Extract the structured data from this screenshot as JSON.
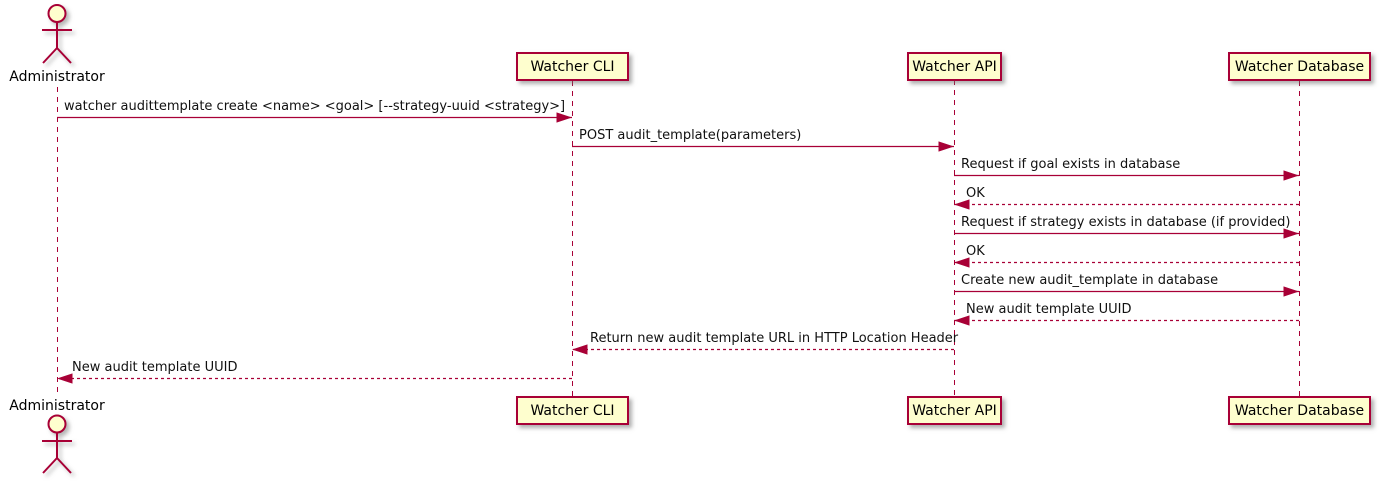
{
  "diagram_type": "sequence-diagram",
  "colors": {
    "accent": "#A80036",
    "participant_fill": "#FEFECE",
    "text": "#000000",
    "background": "#FFFFFF"
  },
  "actor": {
    "name": "Administrator"
  },
  "participants": [
    {
      "label": "Watcher CLI"
    },
    {
      "label": "Watcher API"
    },
    {
      "label": "Watcher Database"
    }
  ],
  "messages": [
    {
      "from": "Administrator",
      "to": "Watcher CLI",
      "line": "solid",
      "label": "watcher audittemplate create <name> <goal> [--strategy-uuid <strategy>]"
    },
    {
      "from": "Watcher CLI",
      "to": "Watcher API",
      "line": "solid",
      "label": "POST audit_template(parameters)"
    },
    {
      "from": "Watcher API",
      "to": "Watcher Database",
      "line": "solid",
      "label": "Request if goal exists in database"
    },
    {
      "from": "Watcher Database",
      "to": "Watcher API",
      "line": "dashed",
      "label": "OK"
    },
    {
      "from": "Watcher API",
      "to": "Watcher Database",
      "line": "solid",
      "label": "Request if strategy exists in database (if provided)"
    },
    {
      "from": "Watcher Database",
      "to": "Watcher API",
      "line": "dashed",
      "label": "OK"
    },
    {
      "from": "Watcher API",
      "to": "Watcher Database",
      "line": "solid",
      "label": "Create new audit_template in database"
    },
    {
      "from": "Watcher Database",
      "to": "Watcher API",
      "line": "dashed",
      "label": "New audit template UUID"
    },
    {
      "from": "Watcher API",
      "to": "Watcher CLI",
      "line": "dashed",
      "label": "Return new audit template URL in HTTP Location Header"
    },
    {
      "from": "Watcher CLI",
      "to": "Administrator",
      "line": "dashed",
      "label": "New audit template UUID"
    }
  ]
}
